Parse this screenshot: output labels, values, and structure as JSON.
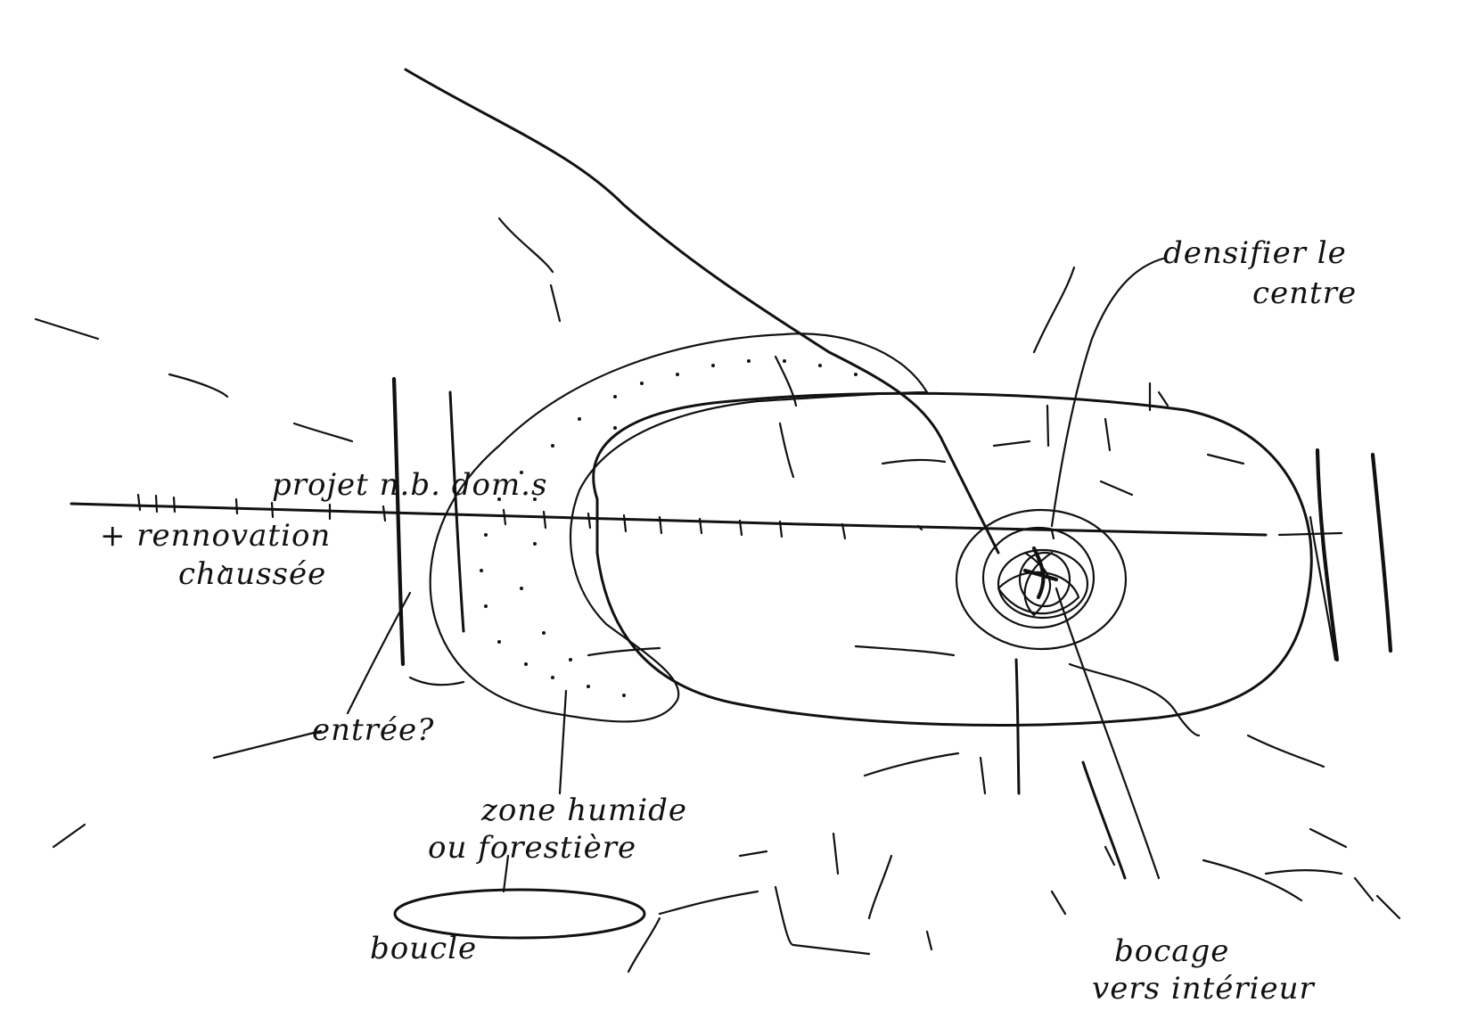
{
  "sketch": {
    "ink_color": "#111111",
    "background_color": "#ffffff",
    "labels": {
      "densify": "densifier le",
      "densify_2": "centre",
      "project": "projet n.b. dom.s",
      "renovation": "+ rennovation",
      "road": "chaussée",
      "entry": "entrée?",
      "wet_zone": "zone humide",
      "forestry": "ou forestière",
      "loop": "boucle",
      "bocage": "bocage",
      "interior": "vers intérieur"
    }
  }
}
